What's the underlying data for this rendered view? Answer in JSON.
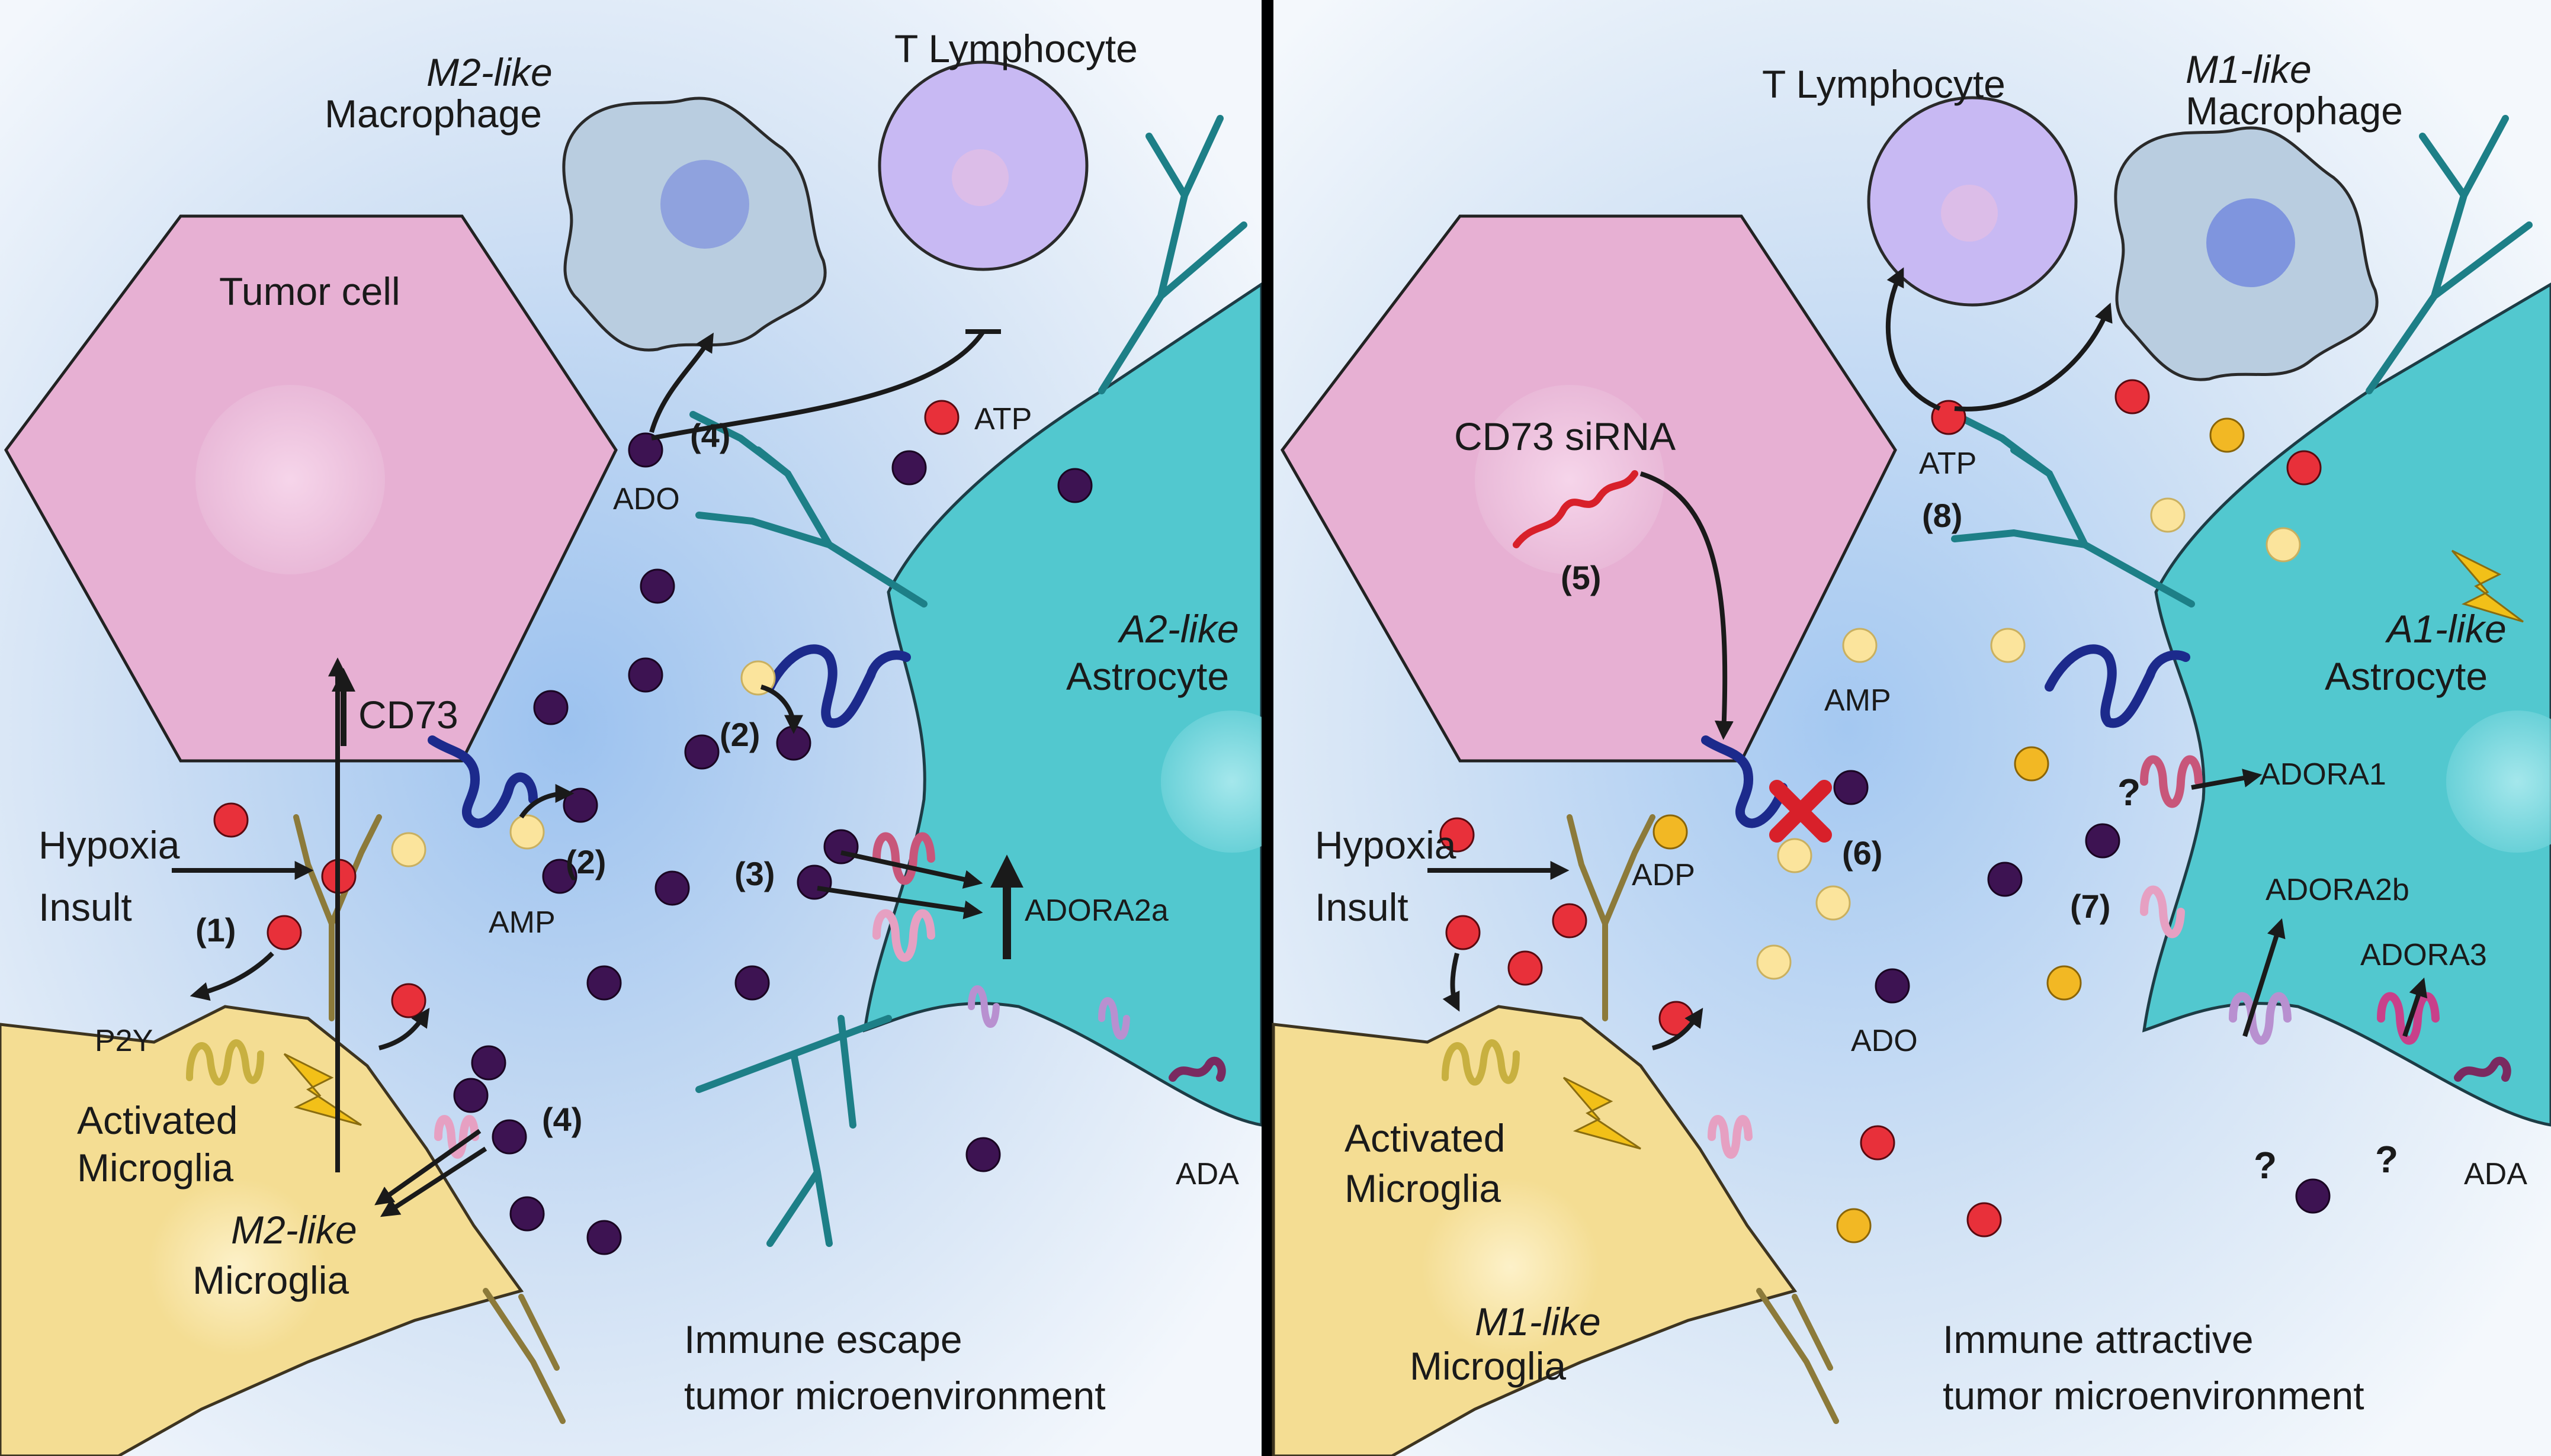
{
  "left": {
    "m2_macrophage": {
      "italic": "M2-like",
      "name": "Macrophage"
    },
    "t_lymphocyte": "T Lymphocyte",
    "tumor_cell": "Tumor cell",
    "cd73": "CD73",
    "atp": "ATP",
    "ado": "ADO",
    "amp": "AMP",
    "astrocyte": {
      "italic": "A2-like",
      "name": "Astrocyte"
    },
    "adora2a": "ADORA2a",
    "hypoxia": "Hypoxia",
    "insult": "Insult",
    "p2y": "P2Y",
    "activated_microglia": [
      "Activated",
      "Microglia"
    ],
    "m2_microglia": {
      "italic": "M2-like",
      "name": "Microglia"
    },
    "ada": "ADA",
    "steps": {
      "s1": "(1)",
      "s2a": "(2)",
      "s2b": "(2)",
      "s3": "(3)",
      "s4a": "(4)",
      "s4b": "(4)"
    },
    "caption": [
      "Immune escape",
      "tumor microenvironment"
    ]
  },
  "right": {
    "t_lymphocyte": "T Lymphocyte",
    "m1_macrophage": {
      "italic": "M1-like",
      "name": "Macrophage"
    },
    "sirna": "CD73 siRNA",
    "atp": "ATP",
    "amp": "AMP",
    "adp": "ADP",
    "ado": "ADO",
    "astrocyte": {
      "italic": "A1-like",
      "name": "Astrocyte"
    },
    "adora1": "ADORA1",
    "adora2b": "ADORA2b",
    "adora3": "ADORA3",
    "hypoxia": "Hypoxia",
    "insult": "Insult",
    "activated_microglia": [
      "Activated",
      "Microglia"
    ],
    "m1_microglia": {
      "italic": "M1-like",
      "name": "Microglia"
    },
    "ada": "ADA",
    "question": "?",
    "steps": {
      "s5": "(5)",
      "s6": "(6)",
      "s7": "(7)",
      "s8": "(8)"
    },
    "caption": [
      "Immune attractive",
      "tumor microenvironment"
    ]
  },
  "colors": {
    "tumor": "#e7b0d3",
    "astrocyte": "#52c8cf",
    "microglia": "#f4dd93",
    "macrophage": "#b9cde0",
    "lymphocyte": "#c8b9f3",
    "atp": "#e8303a",
    "ado": "#3d1352",
    "amp": "#fbe49c",
    "adp": "#f2b824",
    "cd73_receptor": "#1c2a8c",
    "adora2a_receptor": "#f0b8c8",
    "divider": "#000000"
  }
}
